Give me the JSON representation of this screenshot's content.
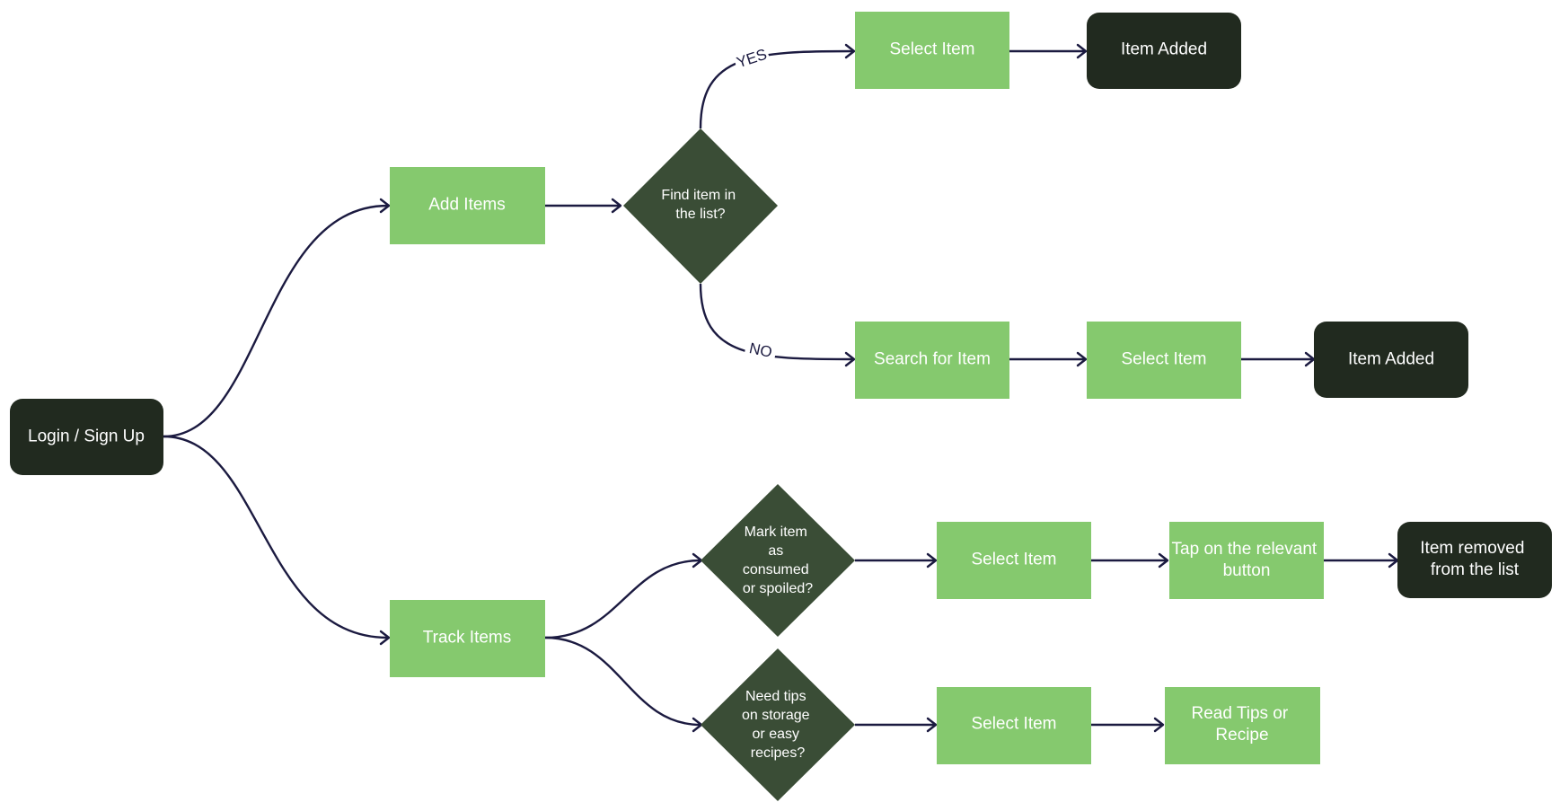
{
  "colors": {
    "process_fill": "#85c96e",
    "terminal_fill": "#212a1f",
    "decision_fill": "#3a4d36",
    "text": "#ffffff",
    "edge": "#1b1a40"
  },
  "nodes": {
    "login": "Login / Sign Up",
    "add_items": "Add Items",
    "find_decision": "Find item in the list?",
    "select_item_yes": "Select Item",
    "item_added_yes": "Item Added",
    "search_item": "Search for Item",
    "select_item_no": "Select Item",
    "item_added_no": "Item Added",
    "track_items": "Track Items",
    "mark_decision": "Mark item as consumed or spoiled?",
    "select_item_mark": "Select Item",
    "tap_button": "Tap on the relevant button",
    "item_removed": "Item removed from the list",
    "tips_decision": "Need tips on storage or easy recipes?",
    "select_item_tips": "Select Item",
    "read_tips": "Read Tips or Recipe"
  },
  "edge_labels": {
    "yes": "YES",
    "no": "NO"
  }
}
